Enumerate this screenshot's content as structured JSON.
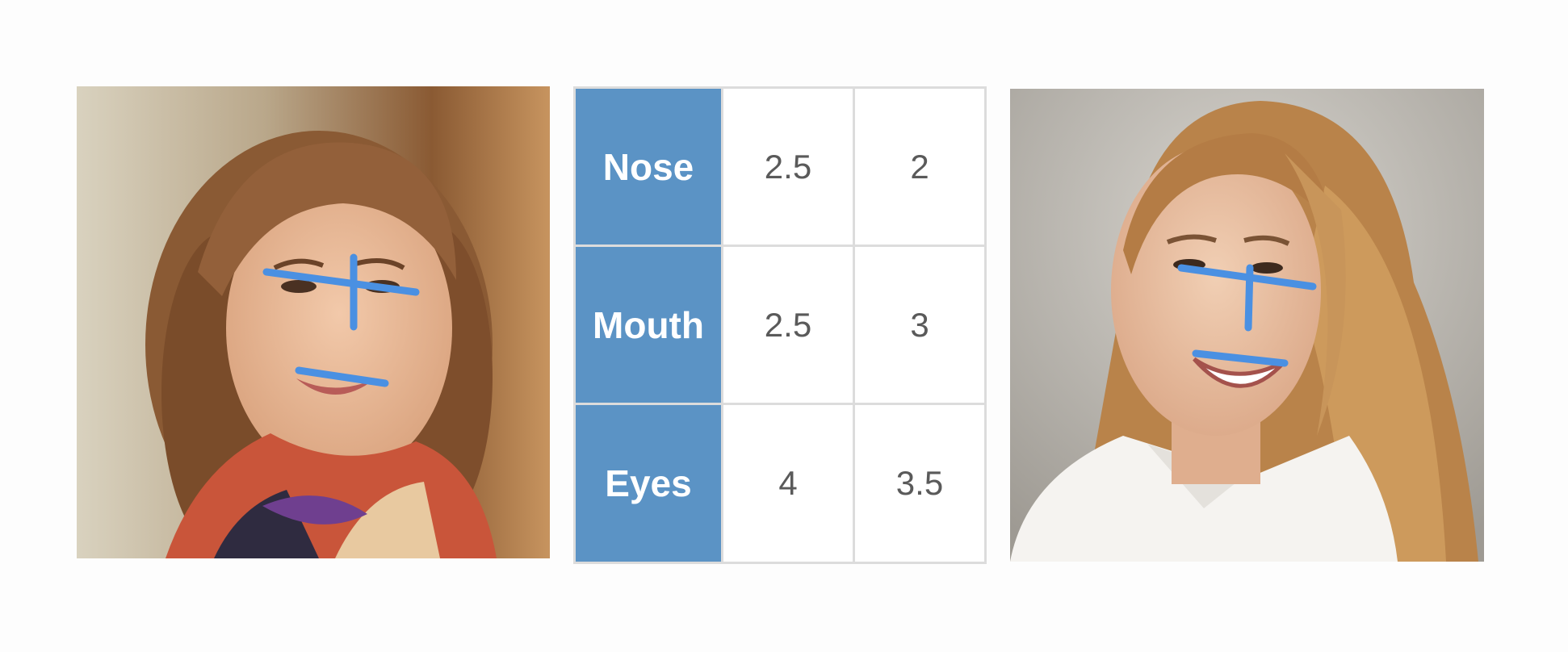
{
  "table": {
    "rows": [
      {
        "label": "Nose",
        "left_value": "2.5",
        "right_value": "2"
      },
      {
        "label": "Mouth",
        "left_value": "2.5",
        "right_value": "3"
      },
      {
        "label": "Eyes",
        "left_value": "4",
        "right_value": "3.5"
      }
    ]
  },
  "colors": {
    "header_blue": "#5b93c5",
    "marker_blue": "#4a90e2",
    "grid_line": "#dcdcdc"
  }
}
